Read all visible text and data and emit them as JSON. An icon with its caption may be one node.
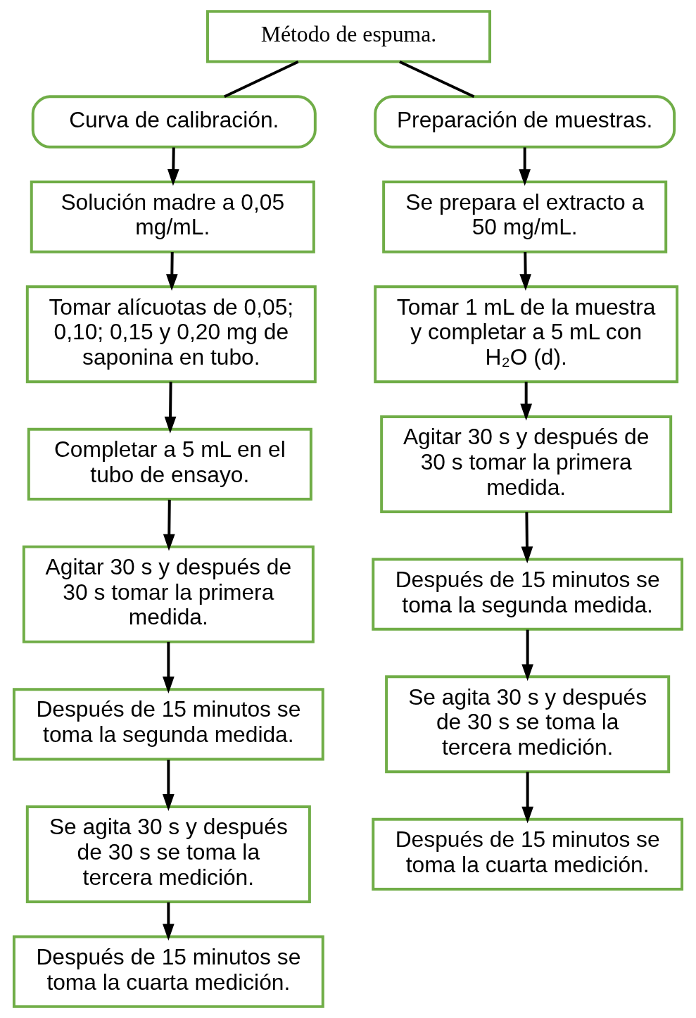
{
  "diagram": {
    "nodes": [
      {
        "text": [
          "Método de espuma."
        ]
      },
      {
        "text": [
          "Curva de calibración."
        ]
      },
      {
        "text": [
          "Preparación de muestras."
        ]
      },
      {
        "text": [
          "Solución madre a 0,05 mg/mL."
        ]
      },
      {
        "text": [
          "Tomar alícuotas de 0,05; 0,10; 0,15 y 0,20 mg de saponina en tubo."
        ]
      },
      {
        "text": [
          "Completar a 5 mL en el tubo de ensayo."
        ]
      },
      {
        "text": [
          "Agitar 30 s y después de 30 s tomar la primera medida."
        ]
      },
      {
        "text": [
          "Después de 15 minutos se toma la segunda medida."
        ]
      },
      {
        "text": [
          "Se agita 30 s y después de 30 s se toma la tercera medición."
        ]
      },
      {
        "text": [
          "Después de 15 minutos se toma la cuarta medición."
        ]
      },
      {
        "text": [
          "Se prepara el extracto a 50 mg/mL."
        ]
      },
      {
        "text": [
          "Tomar 1 mL de la muestra y completar a 5 mL con H₂O (d)."
        ]
      },
      {
        "text": [
          "Agitar 30 s y después de 30 s tomar la primera medida."
        ]
      },
      {
        "text": [
          "Después de 15 minutos se toma la segunda medida."
        ]
      },
      {
        "text": [
          "Se agita 30 s y después de 30 s se toma la tercera medición."
        ]
      },
      {
        "text": [
          "Después de 15 minutos se toma la cuarta medición."
        ]
      }
    ],
    "edges": [
      {
        "from": 0,
        "to": 1,
        "arrow": "none"
      },
      {
        "from": 0,
        "to": 2,
        "arrow": "none"
      },
      {
        "from": 1,
        "to": 3,
        "arrow": "to"
      },
      {
        "from": 3,
        "to": 4,
        "arrow": "to"
      },
      {
        "from": 4,
        "to": 5,
        "arrow": "to"
      },
      {
        "from": 5,
        "to": 6,
        "arrow": "to"
      },
      {
        "from": 6,
        "to": 7,
        "arrow": "to"
      },
      {
        "from": 7,
        "to": 8,
        "arrow": "to"
      },
      {
        "from": 8,
        "to": 9,
        "arrow": "to"
      },
      {
        "from": 2,
        "to": 10,
        "arrow": "to"
      },
      {
        "from": 10,
        "to": 11,
        "arrow": "to"
      },
      {
        "from": 11,
        "to": 12,
        "arrow": "to"
      },
      {
        "from": 12,
        "to": 13,
        "arrow": "to"
      },
      {
        "from": 13,
        "to": 14,
        "arrow": "to"
      },
      {
        "from": 14,
        "to": 15,
        "arrow": "to"
      }
    ]
  }
}
